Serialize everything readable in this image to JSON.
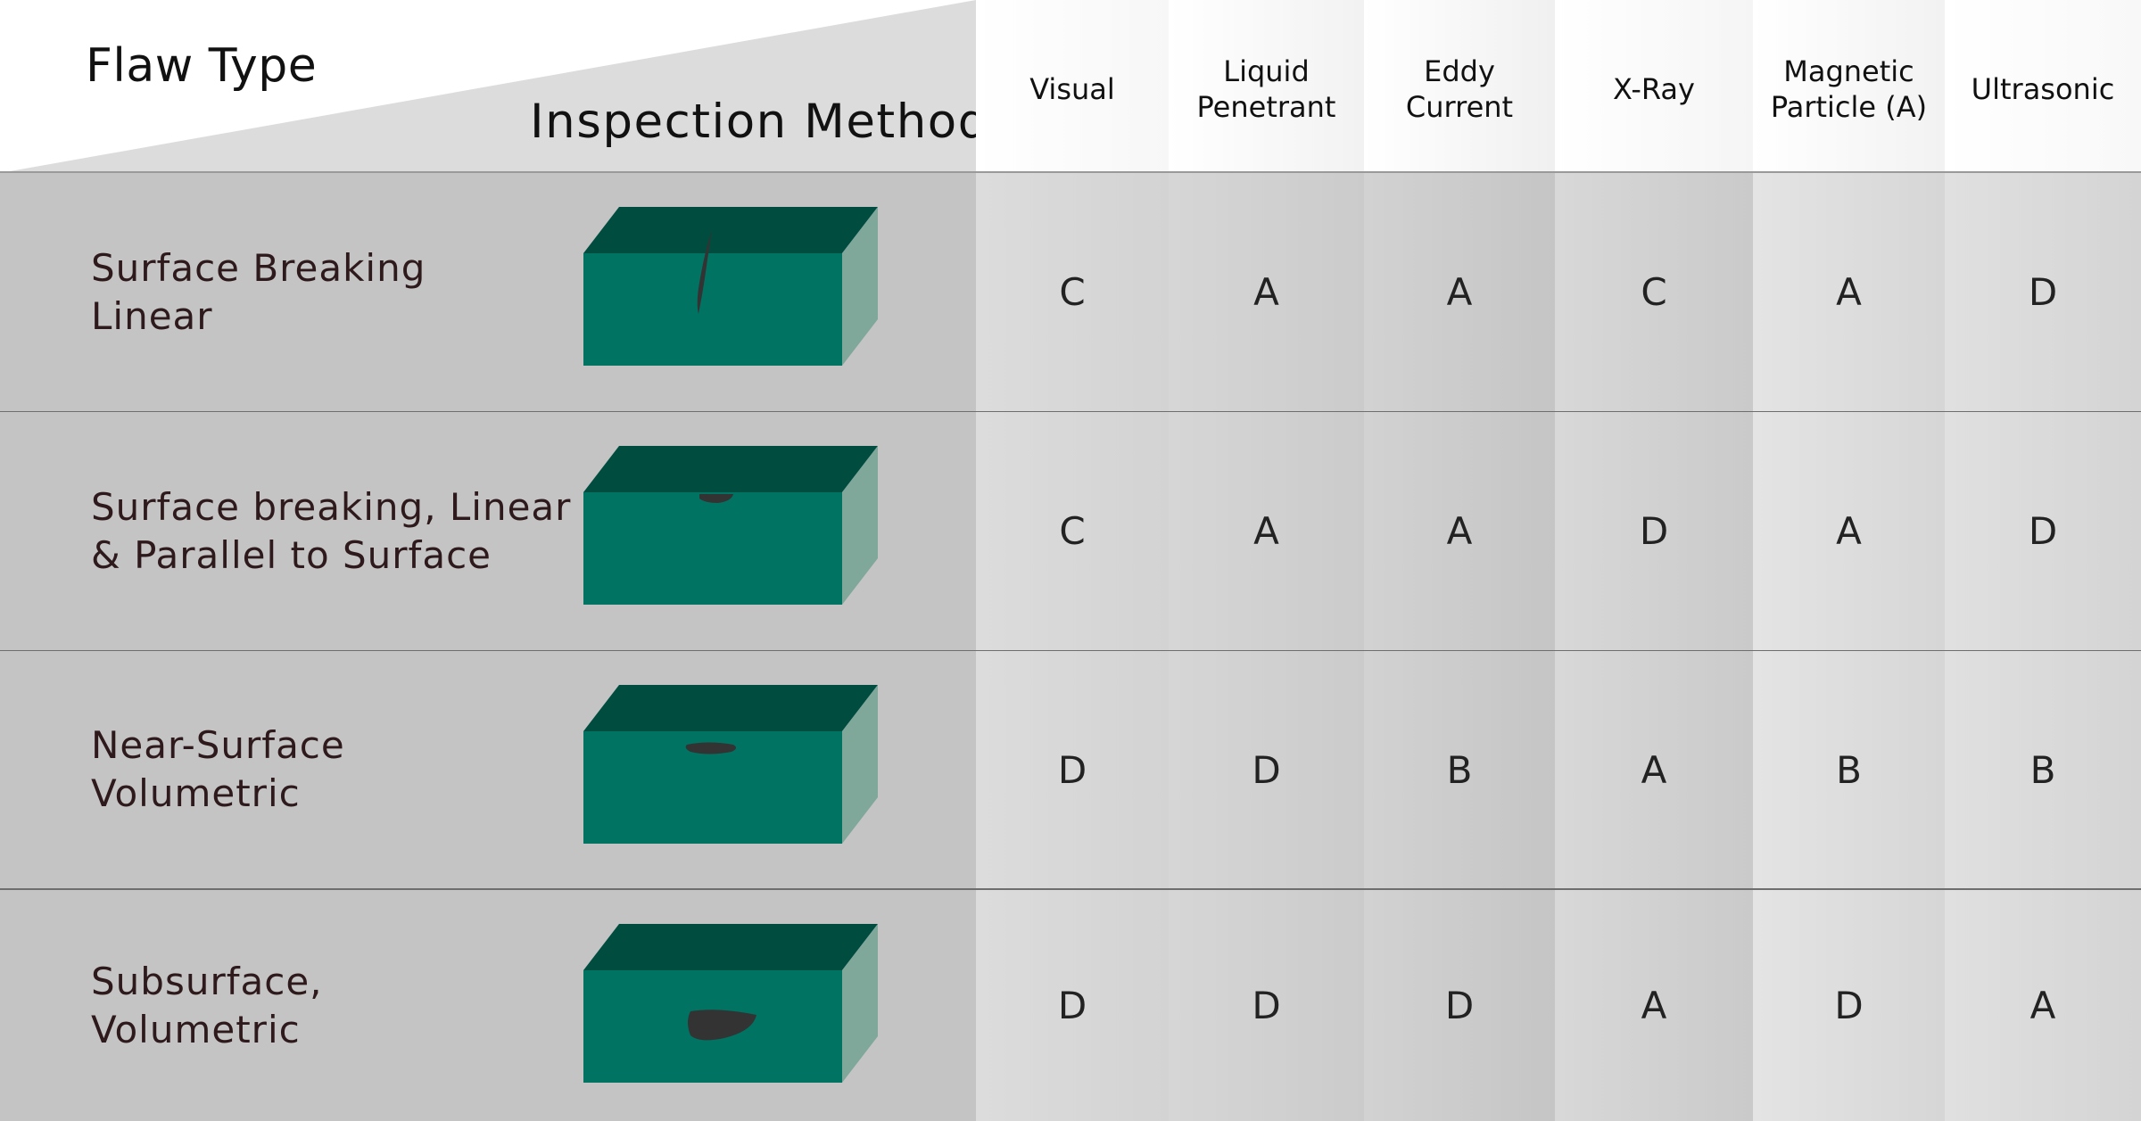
{
  "header": {
    "flaw_type_label": "Flaw Type",
    "inspection_method_label": "Inspection Method"
  },
  "columns": [
    {
      "label": "Visual"
    },
    {
      "label": "Liquid\nPenetrant"
    },
    {
      "label": "Eddy\nCurrent"
    },
    {
      "label": "X-Ray"
    },
    {
      "label": "Magnetic\nParticle (A)"
    },
    {
      "label": "Ultrasonic"
    }
  ],
  "rows": [
    {
      "label": "Surface Breaking\nLinear",
      "flaw_icon": "surface-linear-crack",
      "ratings": [
        "C",
        "A",
        "A",
        "C",
        "A",
        "D"
      ]
    },
    {
      "label": "Surface breaking, Linear\n& Parallel to Surface",
      "flaw_icon": "surface-parallel-crack",
      "ratings": [
        "C",
        "A",
        "A",
        "D",
        "A",
        "D"
      ]
    },
    {
      "label": "Near-Surface\nVolumetric",
      "flaw_icon": "near-surface-void",
      "ratings": [
        "D",
        "D",
        "B",
        "A",
        "B",
        "B"
      ]
    },
    {
      "label": "Subsurface,\nVolumetric",
      "flaw_icon": "subsurface-void",
      "ratings": [
        "D",
        "D",
        "D",
        "A",
        "D",
        "A"
      ]
    }
  ],
  "colors": {
    "block_front": "#007363",
    "block_top": "#004d40",
    "block_side": "#7fa79a",
    "flaw": "#333333",
    "row_background": "#c4c4c4",
    "header_wedge": "#dcdcdc"
  }
}
